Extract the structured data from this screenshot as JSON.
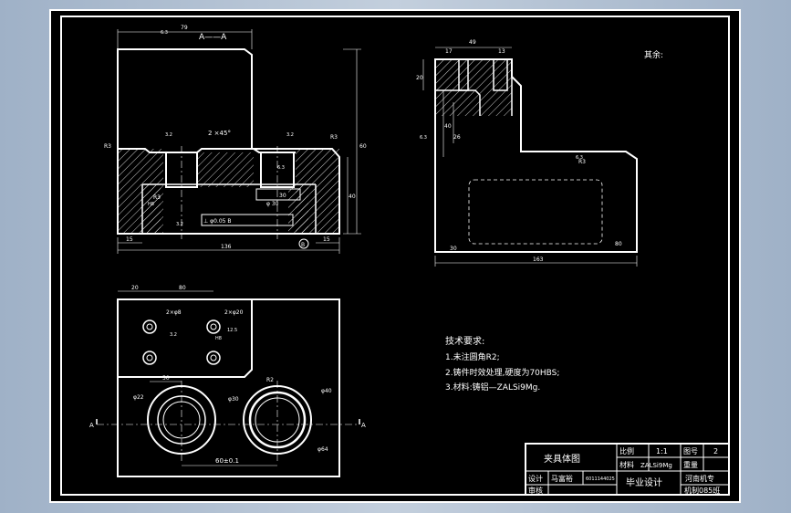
{
  "drawing": {
    "section_label": "A——A",
    "surface_rest": "其余:",
    "dim": {
      "d79": "79",
      "d136": "136",
      "d15a": "15",
      "d15b": "15",
      "d60": "60",
      "d30": "30",
      "d49": "49",
      "d50": "50",
      "d17": "17",
      "d13": "13",
      "d20": "20",
      "d40": "40",
      "d26": "26",
      "d80": "80",
      "d30b": "30",
      "d163": "163",
      "d40b": "40",
      "d20b": "20",
      "d80b": "80",
      "chamfer": "2 ×45°",
      "tol_box": "⊥ φ0.05 B",
      "datum_b": "B",
      "phi30": "φ 30",
      "r3": "R3",
      "r3b": "R3",
      "r3c": "R3",
      "r3d": "R3",
      "phi22": "φ22",
      "phi30b": "φ30",
      "phi40": "φ40",
      "phi64": "φ64",
      "holes1": "2×φ8",
      "holes2": "2×φ20",
      "center_dim": "60±0.1",
      "section_mark_a": "A",
      "section_mark_b": "A",
      "ra1": "6.3",
      "ra2": "3.2",
      "ra3": "3.2",
      "ra4": "6.3",
      "ra5": "3.2",
      "ra6": "12.5",
      "ra7": "6.3",
      "ra8": "6.3",
      "ra9": "3.2",
      "r10": "R2",
      "h8": "H8",
      "h8b": "H8"
    },
    "tech": {
      "title": "技术要求:",
      "line1": "1.未注圆角R2;",
      "line2": "2.铸件时效处理,硬度为70HBS;",
      "line3": "3.材料:铸铝—ZALSi9Mg."
    },
    "title_block": {
      "name": "夹具体图",
      "scale_label": "比例",
      "scale_value": "1:1",
      "drawing_no_label": "图号",
      "drawing_no_value": "2",
      "material_label": "材料",
      "material_value": "ZALSi9Mg",
      "weight_label": "重量",
      "design_label": "设计",
      "designer": "马富裕",
      "student_no": "6011144025",
      "review_label": "审核",
      "project": "毕业设计",
      "school": "河南机专",
      "class": "机制085班"
    }
  }
}
